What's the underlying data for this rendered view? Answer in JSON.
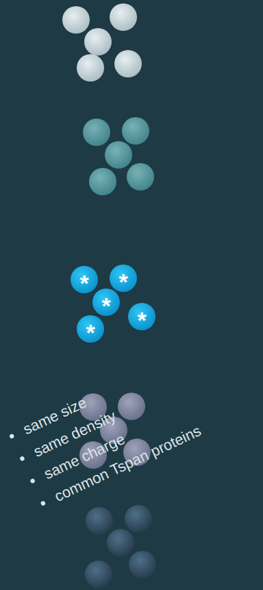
{
  "diagram": {
    "labels": [
      "*",
      "*",
      "*",
      "*",
      "*",
      "same size",
      "same density",
      "same charge",
      "common Tspan proteins"
    ]
  }
}
